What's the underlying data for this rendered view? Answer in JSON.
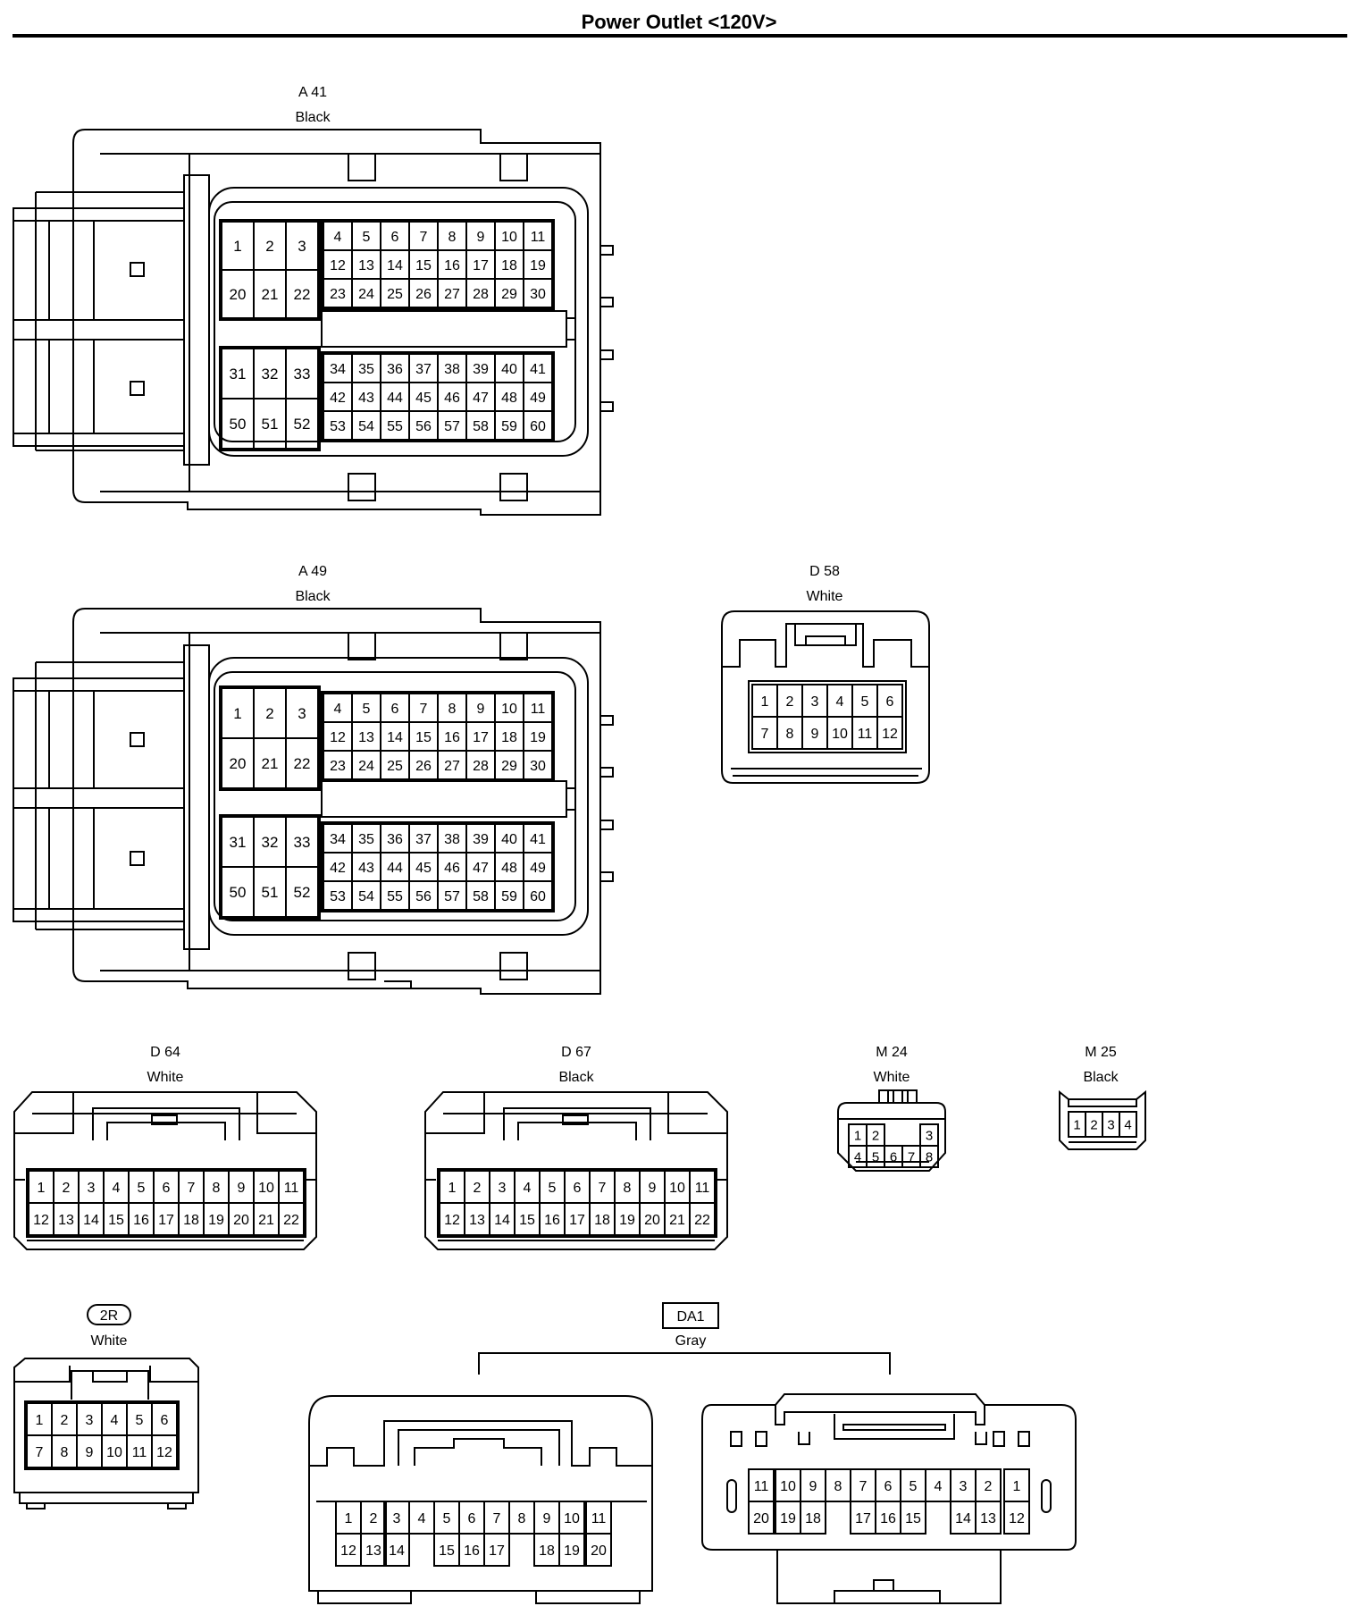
{
  "page": {
    "title": "Power Outlet <120V>"
  },
  "connectors": {
    "a41": {
      "code": "A 41",
      "color": "Black"
    },
    "a49": {
      "code": "A 49",
      "color": "Black"
    },
    "d58": {
      "code": "D 58",
      "color": "White"
    },
    "d64": {
      "code": "D 64",
      "color": "White"
    },
    "d67": {
      "code": "D 67",
      "color": "Black"
    },
    "m24": {
      "code": "M 24",
      "color": "White"
    },
    "m25": {
      "code": "M 25",
      "color": "Black"
    },
    "r2": {
      "code": "2R",
      "color": "White"
    },
    "da1": {
      "code": "DA1",
      "color": "Gray"
    }
  },
  "pins": {
    "ecu_left_top": [
      [
        "1",
        "2",
        "3"
      ],
      [
        "20",
        "21",
        "22"
      ]
    ],
    "ecu_right_top": [
      [
        "4",
        "5",
        "6",
        "7",
        "8",
        "9",
        "10",
        "11"
      ],
      [
        "12",
        "13",
        "14",
        "15",
        "16",
        "17",
        "18",
        "19"
      ],
      [
        "23",
        "24",
        "25",
        "26",
        "27",
        "28",
        "29",
        "30"
      ]
    ],
    "ecu_left_bottom": [
      [
        "31",
        "32",
        "33"
      ],
      [
        "50",
        "51",
        "52"
      ]
    ],
    "ecu_right_bottom": [
      [
        "34",
        "35",
        "36",
        "37",
        "38",
        "39",
        "40",
        "41"
      ],
      [
        "42",
        "43",
        "44",
        "45",
        "46",
        "47",
        "48",
        "49"
      ],
      [
        "53",
        "54",
        "55",
        "56",
        "57",
        "58",
        "59",
        "60"
      ]
    ],
    "d58": [
      [
        "1",
        "2",
        "3",
        "4",
        "5",
        "6"
      ],
      [
        "7",
        "8",
        "9",
        "10",
        "11",
        "12"
      ]
    ],
    "d64": [
      [
        "1",
        "2",
        "3",
        "4",
        "5",
        "6",
        "7",
        "8",
        "9",
        "10",
        "11"
      ],
      [
        "12",
        "13",
        "14",
        "15",
        "16",
        "17",
        "18",
        "19",
        "20",
        "21",
        "22"
      ]
    ],
    "d67": [
      [
        "1",
        "2",
        "3",
        "4",
        "5",
        "6",
        "7",
        "8",
        "9",
        "10",
        "11"
      ],
      [
        "12",
        "13",
        "14",
        "15",
        "16",
        "17",
        "18",
        "19",
        "20",
        "21",
        "22"
      ]
    ],
    "m24_top": [
      "1",
      "2",
      "3"
    ],
    "m24_bottom": [
      "4",
      "5",
      "6",
      "7",
      "8"
    ],
    "m25": [
      "1",
      "2",
      "3",
      "4"
    ],
    "r2": [
      [
        "1",
        "2",
        "3",
        "4",
        "5",
        "6"
      ],
      [
        "7",
        "8",
        "9",
        "10",
        "11",
        "12"
      ]
    ],
    "da1_left": [
      [
        "1",
        "2",
        "3",
        "4",
        "5",
        "6",
        "7",
        "8",
        "9",
        "10",
        "11"
      ],
      [
        "12",
        "13",
        "14",
        "15",
        "16",
        "17",
        "18",
        "19",
        "20"
      ]
    ],
    "da1_right": [
      [
        "11",
        "10",
        "9",
        "8",
        "7",
        "6",
        "5",
        "4",
        "3",
        "2",
        "1"
      ],
      [
        "20",
        "19",
        "18",
        "17",
        "16",
        "15",
        "14",
        "13",
        "12"
      ]
    ]
  }
}
